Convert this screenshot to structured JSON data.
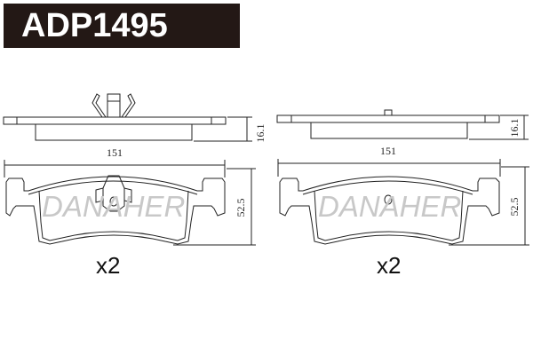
{
  "header": {
    "part_number": "ADP1495",
    "background_color": "#231815",
    "text_color": "#ffffff"
  },
  "views": [
    {
      "side": "left",
      "watermark": "DANAHER",
      "width_label": "151",
      "thickness_label": "16.1",
      "height_label": "52.5",
      "quantity_label": "x2",
      "has_spring_clip": true
    },
    {
      "side": "right",
      "watermark": "DANAHER",
      "width_label": "151",
      "thickness_label": "16.1",
      "height_label": "52.5",
      "quantity_label": "x2",
      "has_spring_clip": false
    }
  ],
  "colors": {
    "line": "#222222",
    "watermark": "#c8c8c8"
  }
}
